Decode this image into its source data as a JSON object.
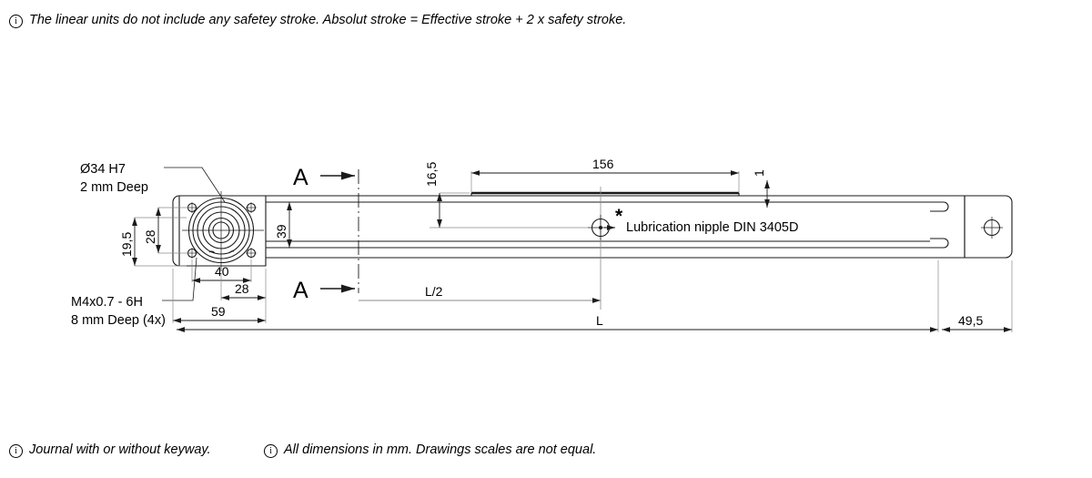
{
  "notes": {
    "top": {
      "icon": "info-circle-icon",
      "text": "The linear units do not include any safetey stroke. Absolut stroke = Effective stroke + 2 x safety stroke."
    },
    "bottom_left": {
      "icon": "info-circle-icon",
      "text": "Journal with or without keyway."
    },
    "bottom_right": {
      "icon": "info-circle-icon",
      "text": "All dimensions in mm. Drawings scales are not equal."
    }
  },
  "labels": {
    "bore_line1": "Ø34 H7",
    "bore_line2": "2 mm Deep",
    "thread_line1": "M4x0.7 - 6H",
    "thread_line2": "8 mm Deep (4x)",
    "lubrication": "Lubrication nipple DIN 3405D",
    "lubrication_star": "*",
    "section_letter_top": "A",
    "section_letter_bottom": "A"
  },
  "dimensions": {
    "d_19_5": "19,5",
    "d_28_vertical": "28",
    "d_40": "40",
    "d_28_horizontal": "28",
    "d_59": "59",
    "d_39": "39",
    "d_16_5": "16,5",
    "d_156": "156",
    "d_1": "1",
    "d_l_half": "L/2",
    "d_l": "L",
    "d_49_5": "49,5"
  },
  "colors": {
    "line": "#1a1a1a",
    "dim_line": "#8a8a8a",
    "background": "#ffffff"
  }
}
